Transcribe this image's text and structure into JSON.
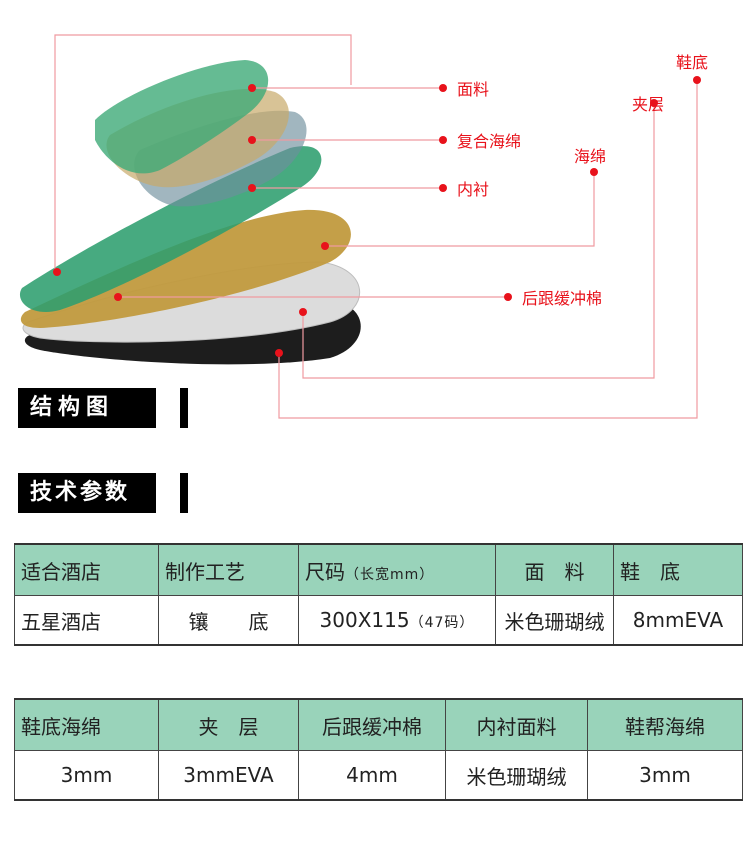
{
  "diagram": {
    "labels": {
      "mianliao": "面料",
      "fuhe": "复合海绵",
      "neichen": "内衬",
      "haimian": "海绵",
      "jiaceng": "夹层",
      "xiedi": "鞋底",
      "genxhuan": "后跟缓冲棉"
    }
  },
  "sections": {
    "structure": "结构图",
    "params": "技术参数"
  },
  "table1": {
    "headers": [
      "适合酒店",
      "制作工艺",
      "尺码",
      "（长宽mm）",
      "面　料",
      "鞋　底"
    ],
    "values": [
      "五星酒店",
      "镶　　底",
      "300X115",
      "（47码）",
      "米色珊瑚绒",
      "8mmEVA"
    ]
  },
  "table2": {
    "headers": [
      "鞋底海绵",
      "夹　层",
      "后跟缓冲棉",
      "内衬面料",
      "鞋帮海绵"
    ],
    "values": [
      "3mm",
      "3mmEVA",
      "4mm",
      "米色珊瑚绒",
      "3mm"
    ]
  },
  "colors": {
    "accent_red": "#e8121b",
    "line_pink": "#ef9aa0",
    "table_header": "#99d3ba",
    "green_layer": "#2e9e6e",
    "gold_layer": "#c19a3e",
    "grey_layer": "#d9d9d9",
    "black_layer": "#1d1d1d"
  }
}
